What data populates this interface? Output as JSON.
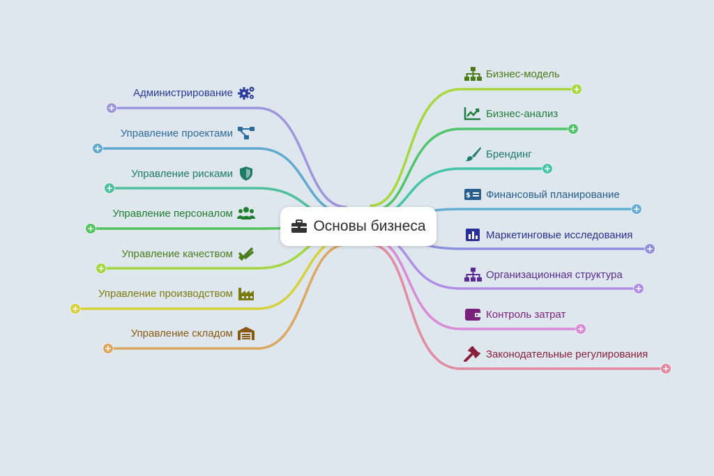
{
  "center": {
    "label": "Основы бизнеса",
    "icon": "briefcase-icon",
    "color": "#2b2b2b"
  },
  "left_branches": [
    {
      "label": "Администрирование",
      "icon": "cogs-icon",
      "color": "#2a3a9c",
      "line": "#9a97dc"
    },
    {
      "label": "Управление проектами",
      "icon": "sitemap-flow-icon",
      "color": "#2b6a9e",
      "line": "#5fa8cf"
    },
    {
      "label": "Управление рисками",
      "icon": "shield-icon",
      "color": "#1c7a66",
      "line": "#4dbea0"
    },
    {
      "label": "Управление персоналом",
      "icon": "users-icon",
      "color": "#1f7f2e",
      "line": "#52c45c"
    },
    {
      "label": "Управление качеством",
      "icon": "double-check-icon",
      "color": "#4b7d1c",
      "line": "#a3d63f"
    },
    {
      "label": "Управление производством",
      "icon": "factory-icon",
      "color": "#7b7a10",
      "line": "#d6d13a"
    },
    {
      "label": "Управление складом",
      "icon": "warehouse-icon",
      "color": "#8a5a14",
      "line": "#dca75e"
    }
  ],
  "right_branches": [
    {
      "label": "Бизнес-модель",
      "icon": "sitemap-icon",
      "color": "#4c7a16",
      "line": "#a6d83c"
    },
    {
      "label": "Бизнес-анализ",
      "icon": "chart-line-icon",
      "color": "#1f7d3a",
      "line": "#4fc46a"
    },
    {
      "label": "Брендинг",
      "icon": "paint-brush-icon",
      "color": "#1d7a6c",
      "line": "#46c4a8"
    },
    {
      "label": "Финансовый планирование",
      "icon": "money-check-icon",
      "color": "#245d8e",
      "line": "#66aed6"
    },
    {
      "label": "Маркетинговые исследования",
      "icon": "poll-icon",
      "color": "#2a2f96",
      "line": "#8f8fe0"
    },
    {
      "label": "Организационная структура",
      "icon": "org-chart-icon",
      "color": "#5a2a96",
      "line": "#b08ee6"
    },
    {
      "label": "Контроль затрат",
      "icon": "wallet-icon",
      "color": "#7a1f7a",
      "line": "#da8ad6"
    },
    {
      "label": "Законодательные регулирования",
      "icon": "gavel-icon",
      "color": "#8a1f3a",
      "line": "#e28aa0"
    }
  ]
}
